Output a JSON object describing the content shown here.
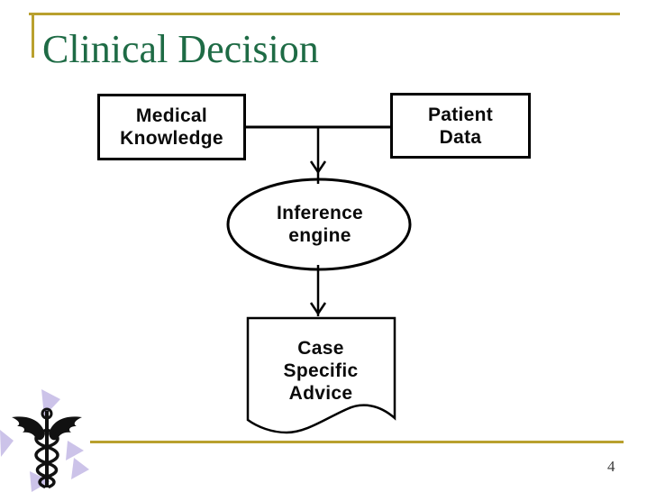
{
  "slide": {
    "title": "Clinical Decision",
    "page_number": "4",
    "colors": {
      "accent_gold": "#B9A02E",
      "title_green": "#1E6B45",
      "lavender": "#CCC3E9",
      "shape_border": "#000000",
      "background": "#FFFFFF"
    },
    "icons": {
      "caduceus": "☤"
    }
  },
  "diagram": {
    "medical_knowledge_label": "Medical\nKnowledge",
    "patient_data_label": "Patient\nData",
    "inference_engine_label": "Inference\nengine",
    "case_specific_advice_label": "Case\nSpecific\nAdvice"
  }
}
